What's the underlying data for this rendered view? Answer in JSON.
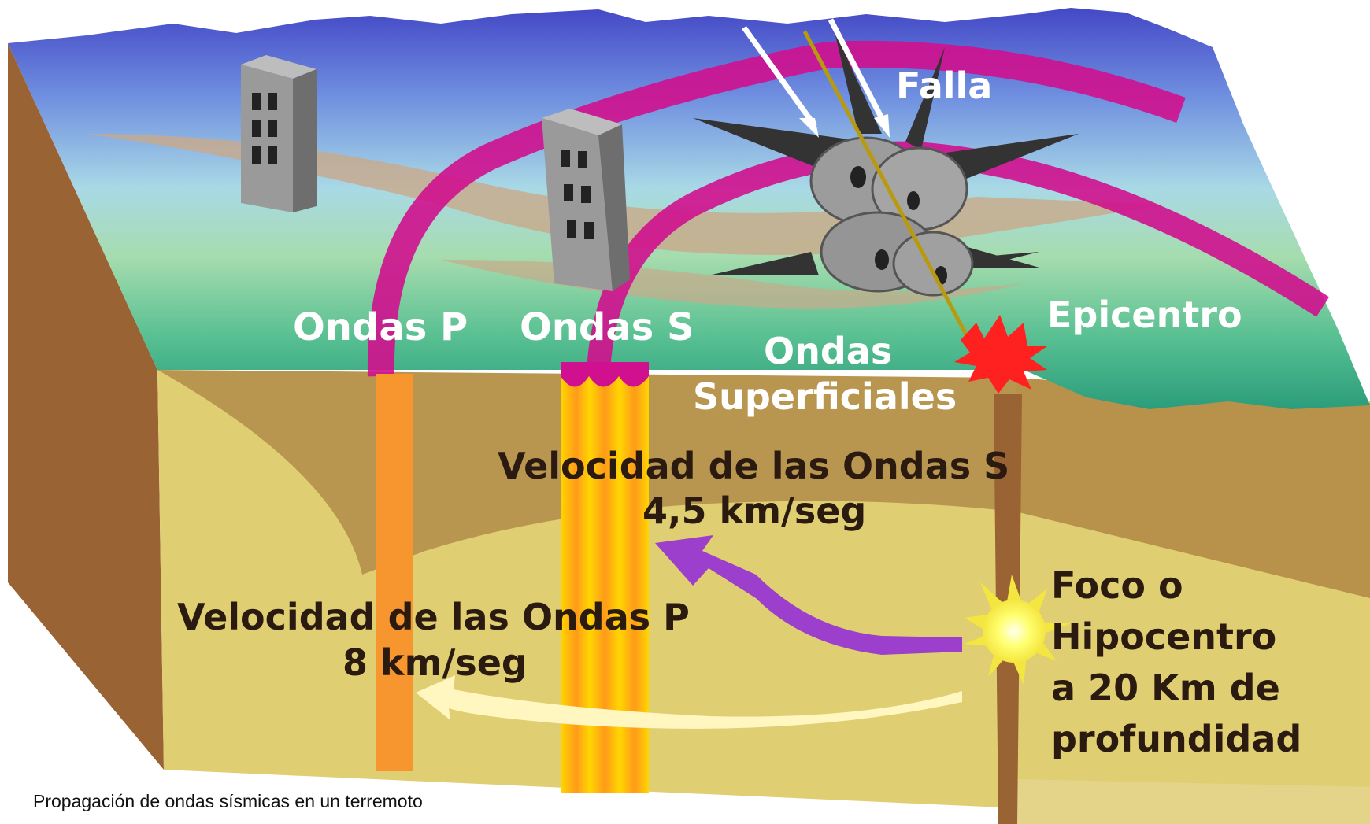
{
  "labels": {
    "falla": "Falla",
    "ondas_p": "Ondas P",
    "ondas_s": "Ondas S",
    "ondas_superficiales_1": "Ondas",
    "ondas_superficiales_2": "Superficiales",
    "epicentro": "Epicentro",
    "vel_s_title": "Velocidad de las Ondas S",
    "vel_s_value": "4,5 km/seg",
    "vel_p_title": "Velocidad de las Ondas P",
    "vel_p_value": "8 km/seg",
    "foco_1": "Foco o",
    "foco_2": "Hipocentro",
    "foco_3": "a 20 Km de",
    "foco_4": "profundidad"
  },
  "caption": "Propagación de ondas sísmicas en un terremoto",
  "colors": {
    "sky_top": "#4a4ec8",
    "ground_green": "#2e9e7a",
    "earth_light": "#e0cf72",
    "earth_dark": "#b99650",
    "side_brown": "#9a6334",
    "p_wave": "#d0108e",
    "p_column": "#f7962e",
    "s_column": "#ffcc00",
    "s_arrow": "#9b3fcc",
    "p_arrow": "#fff6c0",
    "epicenter": "#ff2020",
    "focus": "#ffff55"
  }
}
